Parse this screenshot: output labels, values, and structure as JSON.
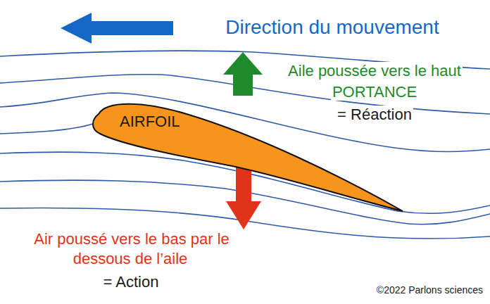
{
  "diagram": {
    "nodes": [
      {
        "text": [
          "AIRFOIL"
        ]
      }
    ],
    "labels": [
      "Direction du mouvement",
      "Aile poussée vers le haut",
      "PORTANCE",
      "= Réaction",
      "Air poussé vers le bas par le dessous de l’aile",
      "= Action",
      "©2022 Parlons sciences"
    ]
  }
}
